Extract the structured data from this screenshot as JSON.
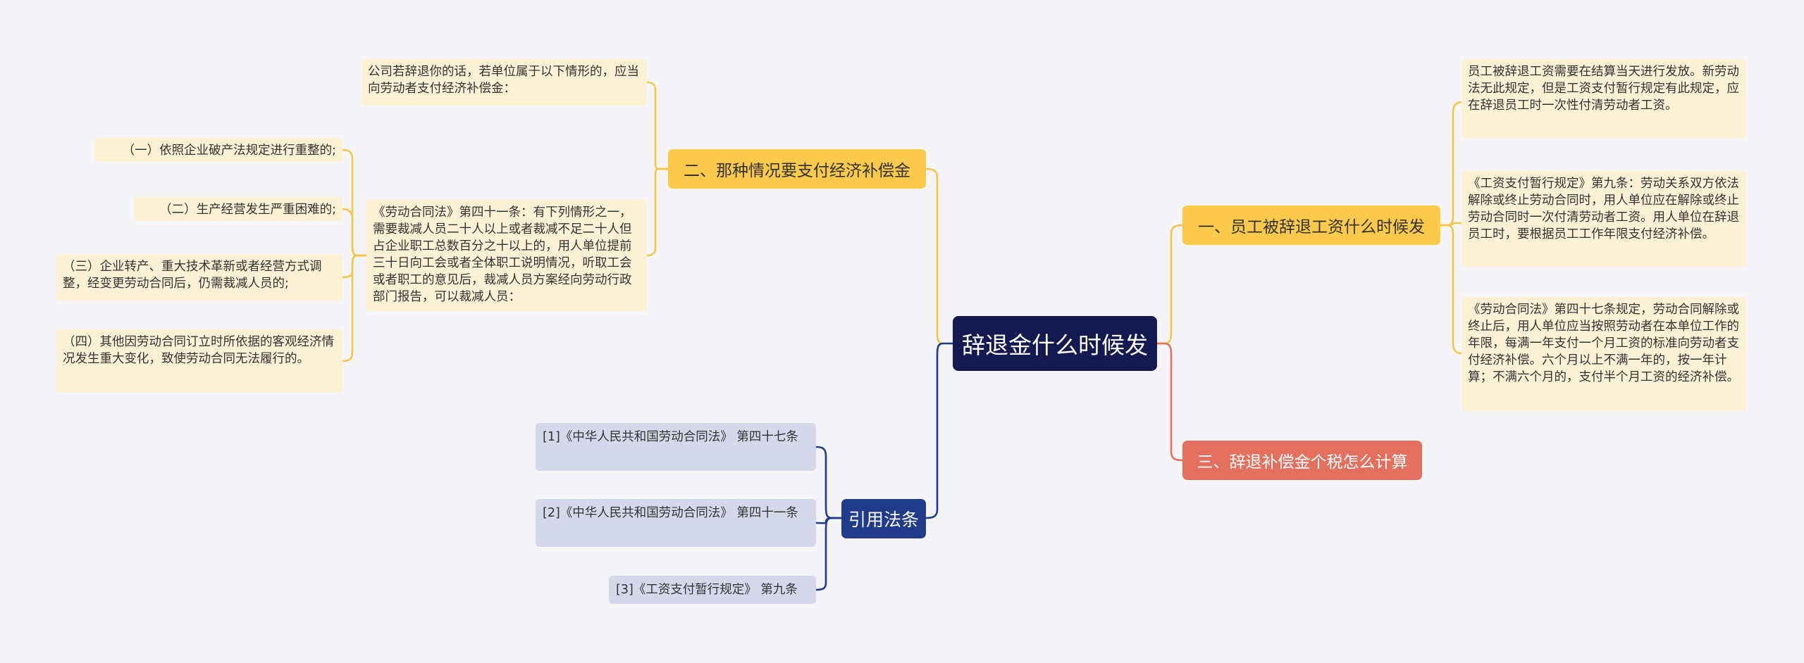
{
  "root": {
    "label": "辞退金什么时候发"
  },
  "branch_two": {
    "label": "二、那种情况要支付经济补偿金",
    "intro": "公司若辞退你的话，若单位属于以下情形的，应当向劳动者支付经济补偿金：",
    "law": "《劳动合同法》第四十一条：有下列情形之一，需要裁减人员二十人以上或者裁减不足二十人但占企业职工总数百分之十以上的，用人单位提前三十日向工会或者全体职工说明情况，听取工会或者职工的意见后，裁减人员方案经向劳动行政部门报告，可以裁减人员：",
    "items": [
      "（一）依照企业破产法规定进行重整的;",
      "（二）生产经营发生严重困难的;",
      "（三）企业转产、重大技术革新或者经营方式调整，经变更劳动合同后，仍需裁减人员的;",
      "（四）其他因劳动合同订立时所依据的客观经济情况发生重大变化，致使劳动合同无法履行的。"
    ]
  },
  "branch_one": {
    "label": "一、员工被辞退工资什么时候发",
    "notes": [
      "员工被辞退工资需要在结算当天进行发放。新劳动法无此规定，但是工资支付暂行规定有此规定，应在辞退员工时一次性付清劳动者工资。",
      "《工资支付暂行规定》第九条：劳动关系双方依法解除或终止劳动合同时，用人单位应在解除或终止劳动合同时一次付清劳动者工资。用人单位在辞退员工时，要根据员工工作年限支付经济补偿。",
      "《劳动合同法》第四十七条规定，劳动合同解除或终止后，用人单位应当按照劳动者在本单位工作的年限，每满一年支付一个月工资的标准向劳动者支付经济补偿。六个月以上不满一年的，按一年计算；不满六个月的，支付半个月工资的经济补偿。"
    ]
  },
  "branch_three": {
    "label": "三、辞退补偿金个税怎么计算"
  },
  "refs": {
    "label": "引用法条",
    "items": [
      "[1]《中华人民共和国劳动合同法》 第四十七条",
      "[2]《中华人民共和国劳动合同法》 第四十一条",
      "[3]《工资支付暂行规定》 第九条"
    ]
  },
  "colors": {
    "root": "#141a4f",
    "yellow": "#fbc94c",
    "red": "#e3705f",
    "navy": "#1f3b8a",
    "note": "#fcf0d5",
    "ref": "#d4d8ea"
  }
}
